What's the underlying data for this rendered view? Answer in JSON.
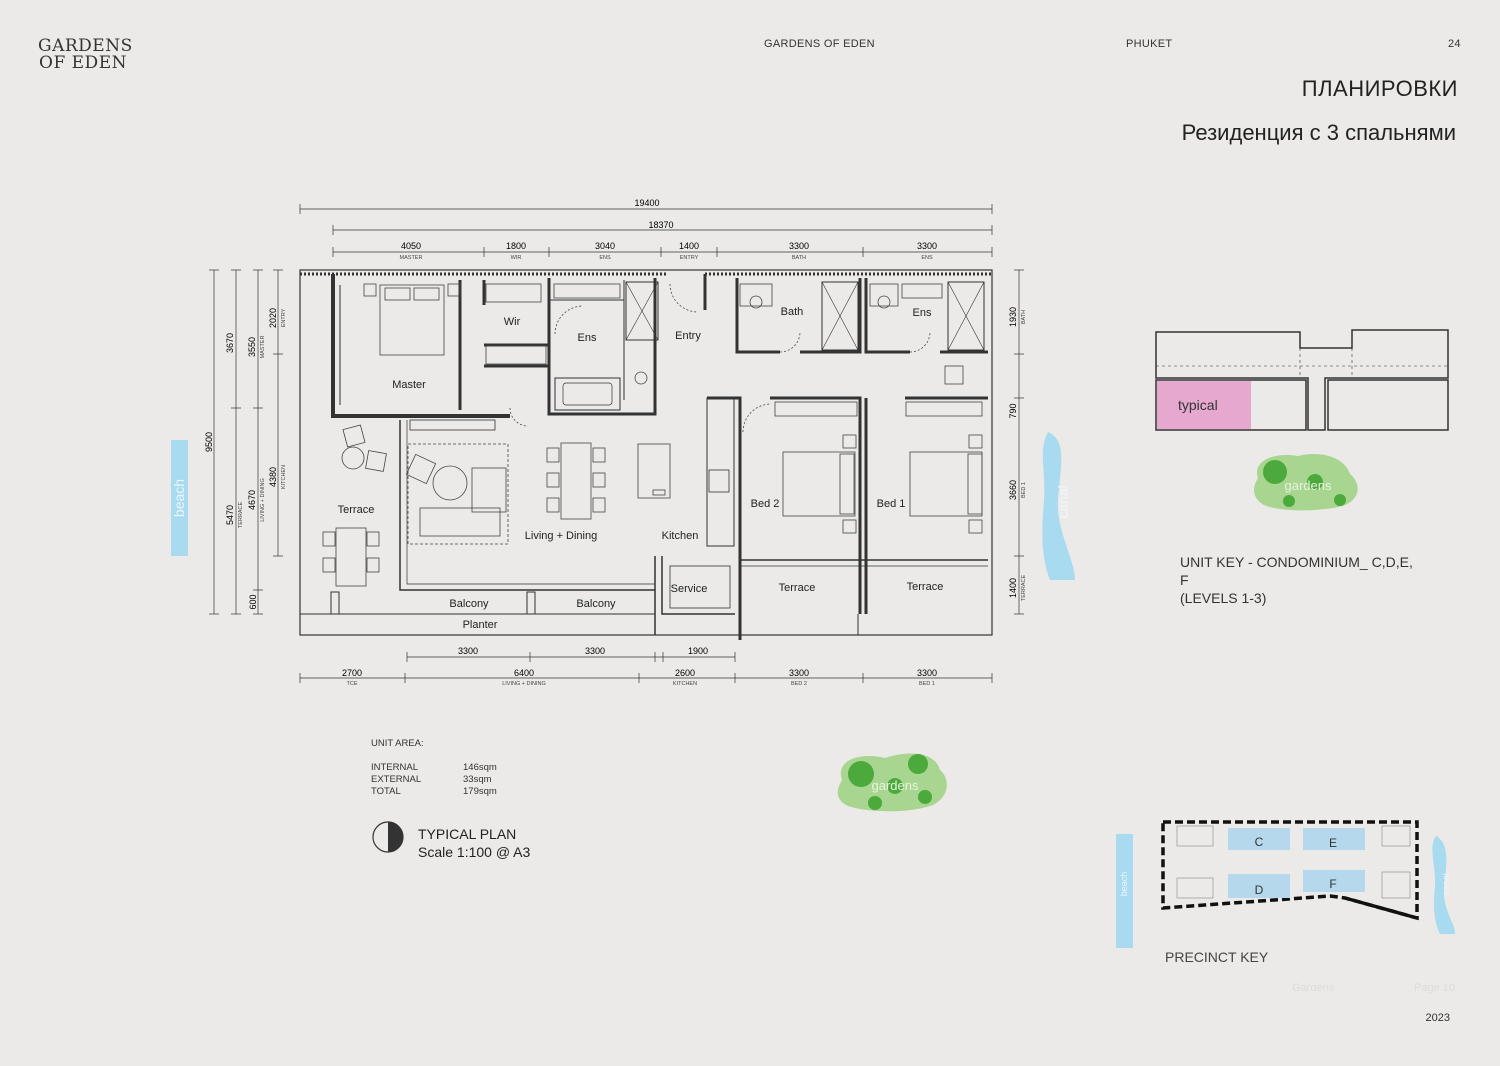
{
  "header": {
    "logo_line1": "GARDENS",
    "logo_line2": "OF EDEN",
    "project": "GARDENS OF EDEN",
    "location": "PHUKET",
    "page_number": "24"
  },
  "page": {
    "title": "ПЛАНИРОВКИ",
    "subtitle": "Резиденция с 3 спальнями",
    "year": "2023",
    "faint_left": "Gardens",
    "faint_right": "Page 10"
  },
  "plan": {
    "dims_top": {
      "total_outer": "19400",
      "total_inner": "18370",
      "segments": [
        {
          "value": "4050",
          "label": "MASTER"
        },
        {
          "value": "1800",
          "label": "WIR"
        },
        {
          "value": "3040",
          "label": "ENS"
        },
        {
          "value": "1400",
          "label": "ENTRY"
        },
        {
          "value": "3300",
          "label": "BATH"
        },
        {
          "value": "3300",
          "label": "ENS"
        }
      ]
    },
    "dims_bottom": {
      "upper": [
        {
          "value": "3300",
          "label": ""
        },
        {
          "value": "3300",
          "label": ""
        },
        {
          "value": "1900",
          "label": ""
        }
      ],
      "lower": [
        {
          "value": "2700",
          "label": "TCE"
        },
        {
          "value": "6400",
          "label": "LIVING + DINING"
        },
        {
          "value": "2600",
          "label": "KITCHEN"
        },
        {
          "value": "3300",
          "label": "BED 2"
        },
        {
          "value": "3300",
          "label": "BED 1"
        }
      ]
    },
    "dims_left": {
      "total": "9500",
      "col1": [
        {
          "value": "3670",
          "label": ""
        },
        {
          "value": "5470",
          "label": "TERRACE"
        }
      ],
      "col2": [
        {
          "value": "3550",
          "label": "MASTER"
        },
        {
          "value": "4670",
          "label": "LIVING + DINING"
        },
        {
          "value": "600",
          "label": ""
        }
      ],
      "col3": [
        {
          "value": "2020",
          "label": "ENTRY"
        },
        {
          "value": "4380",
          "label": "KITCHEN"
        }
      ]
    },
    "dims_right": [
      {
        "value": "1930",
        "label": "BATH"
      },
      {
        "value": "790",
        "label": ""
      },
      {
        "value": "3660",
        "label": "BED 1"
      },
      {
        "value": "1400",
        "label": "TERRACE"
      }
    ],
    "rooms": {
      "master": "Master",
      "wir": "Wir",
      "ens1": "Ens",
      "entry": "Entry",
      "bath": "Bath",
      "ens2": "Ens",
      "terrace_left": "Terrace",
      "living_dining": "Living + Dining",
      "kitchen": "Kitchen",
      "bed2": "Bed 2",
      "bed1": "Bed 1",
      "service": "Service",
      "terrace_bed2": "Terrace",
      "terrace_bed1": "Terrace",
      "balcony1": "Balcony",
      "balcony2": "Balcony",
      "planter": "Planter"
    },
    "beach_label": "beach",
    "canal_label": "canal",
    "gardens_label": "gardens"
  },
  "unit_area": {
    "heading": "UNIT AREA:",
    "rows": [
      {
        "label": "INTERNAL",
        "value": "146sqm"
      },
      {
        "label": "EXTERNAL",
        "value": "33sqm"
      },
      {
        "label": "TOTAL",
        "value": "179sqm"
      }
    ]
  },
  "typical_plan": {
    "line1": "TYPICAL PLAN",
    "line2": "Scale 1:100 @ A3"
  },
  "unit_key": {
    "typical_label": "typical",
    "gardens_label": "gardens",
    "caption_line1": "UNIT KEY - CONDOMINIUM_ C,D,E,",
    "caption_line2": "F",
    "caption_line3": "(LEVELS 1-3)",
    "highlight_color": "#e6a8cf"
  },
  "precinct_key": {
    "caption": "PRECINCT KEY",
    "beach_label": "beach",
    "canal_label": "canal",
    "blocks": [
      "C",
      "E",
      "D",
      "F"
    ],
    "block_color": "#b5d8ec"
  },
  "colors": {
    "background": "#ebeae8",
    "water": "#a8daf0",
    "garden_light": "#a8d58f",
    "garden_dark": "#4caa3c",
    "wall": "#333333"
  }
}
